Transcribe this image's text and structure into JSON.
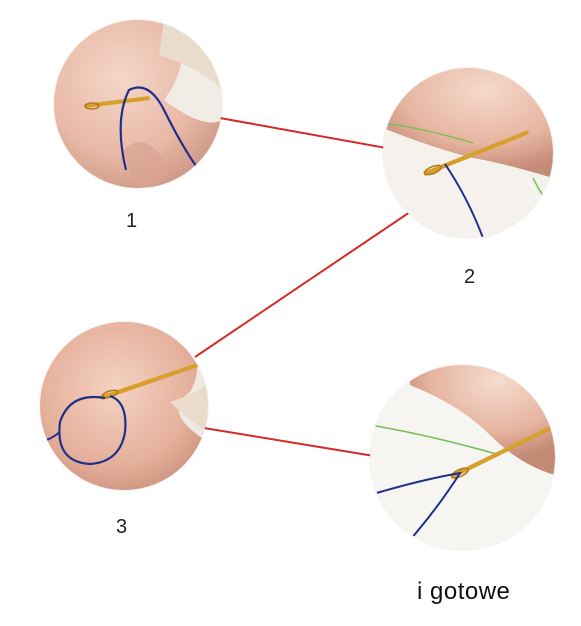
{
  "steps": [
    {
      "label": "1"
    },
    {
      "label": "2"
    },
    {
      "label": "3"
    }
  ],
  "final_label": "i gotowe",
  "colors": {
    "connector": "#d42a2a",
    "thread_blue": "#1f2f8a",
    "thread_green": "#7cbf5a",
    "needle_gold": "#d7a02c",
    "skin": "#e8b9a6",
    "skin_shadow": "#c8907d",
    "fabric": "#f4f0ea"
  },
  "icons": [
    "needle-icon",
    "thread-icon",
    "finger-icon"
  ]
}
